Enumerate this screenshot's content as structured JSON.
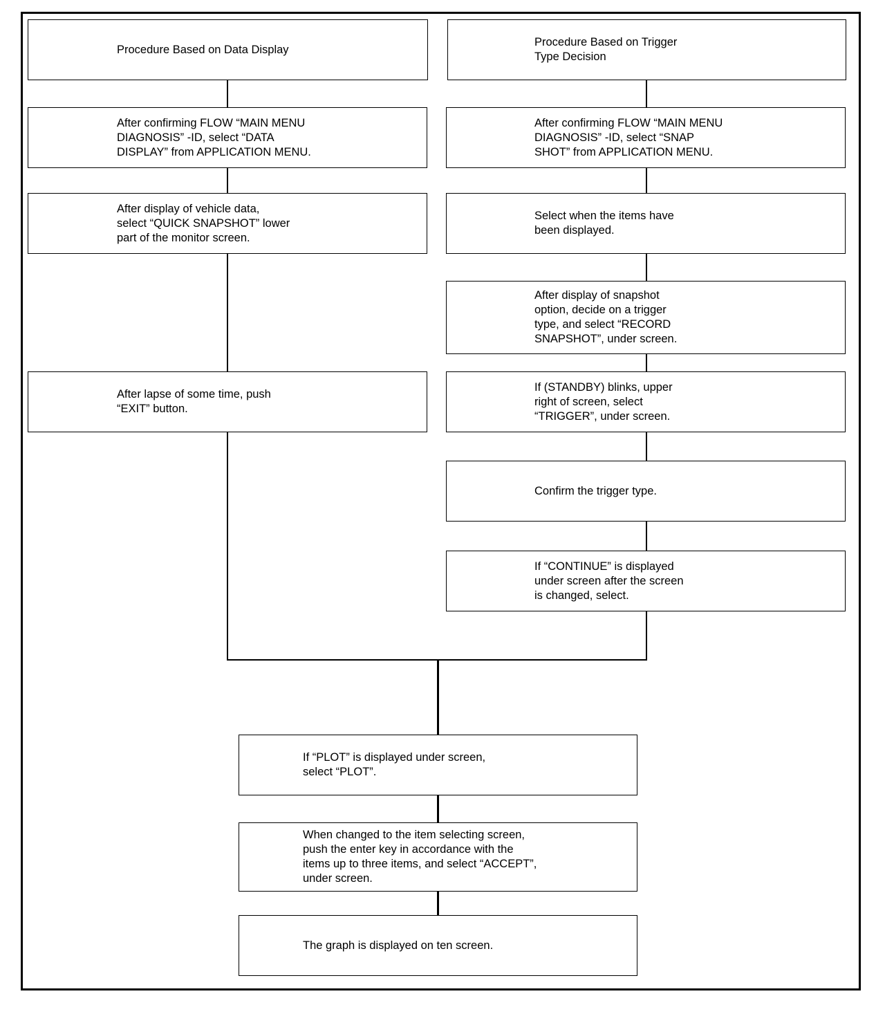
{
  "diagram": {
    "left": {
      "header": "Procedure Based on Data Display",
      "steps": [
        "After confirming FLOW “MAIN MENU\nDIAGNOSIS” -ID, select “DATA\nDISPLAY” from APPLICATION MENU.",
        "After display of vehicle data,\nselect “QUICK SNAPSHOT” lower\npart of the monitor screen.",
        "After lapse of some time, push\n“EXIT” button."
      ]
    },
    "right": {
      "header": "Procedure Based on Trigger\nType Decision",
      "steps": [
        "After confirming FLOW “MAIN MENU\nDIAGNOSIS” -ID, select “SNAP\nSHOT” from APPLICATION MENU.",
        "Select when the items have\nbeen displayed.",
        "After display of snapshot\noption, decide on a trigger\ntype, and select “RECORD\nSNAPSHOT”, under screen.",
        "If (STANDBY) blinks, upper\nright of screen, select\n“TRIGGER”, under screen.",
        "Confirm the trigger type.",
        "If “CONTINUE” is displayed\nunder screen after the screen\nis changed, select."
      ]
    },
    "merged": {
      "steps": [
        "If “PLOT” is displayed under screen,\nselect “PLOT”.",
        "When changed to the item selecting screen,\npush the enter key in accordance with the\nitems up to three items, and select “ACCEPT”,\nunder screen.",
        "The graph is displayed on ten screen."
      ]
    }
  }
}
